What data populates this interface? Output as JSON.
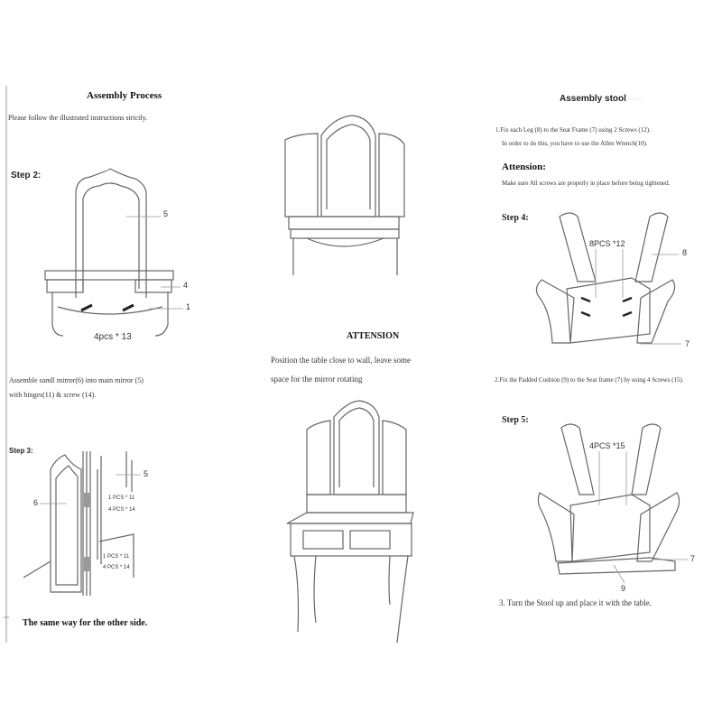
{
  "left": {
    "title": "Assembly Process",
    "intro": "Please follow the illustrated instructions strictly.",
    "step2": {
      "label": "Step 2:",
      "parts": [
        "5",
        "4",
        "1"
      ],
      "screws": "4pcs * 13"
    },
    "step3_text_1": "Assemble samll mirror(6) into main mirror (5)",
    "step3_text_2": "with hinges(11) & screw (14).",
    "step3": {
      "label": "Step 3:",
      "part_6": "6",
      "part_5": "5",
      "hinge_1": "1 PCS * 11",
      "screw_1": "4 PCS * 14",
      "hinge_2": "1 PCS * 11",
      "screw_2": "4 PCS * 14"
    },
    "footer": "The same way for the other side."
  },
  "middle": {
    "attension_title": "ATTENSION",
    "line_1": "Position the table close to wall, leave some",
    "line_2": "space for the mirror rotating"
  },
  "right": {
    "title": "Assembly stool",
    "title_suffix": "- - - -",
    "step1_line1": "1.Fix each Leg (8) to the Seat Frame (7) using 2 Screws (12).",
    "step1_line2": "In order to do this, you have to use the Allen Wrench(10).",
    "attension": "Attension:",
    "attension_text": "Make sure All screws are properly in place before being tightened.",
    "step4": {
      "label": "Step 4:",
      "screws": "8PCS *12",
      "part_8": "8",
      "part_7": "7"
    },
    "step2_line": "2.Fix the Padded Cushion (9) to the Seat frame (7) by using 4 Screws (15).",
    "step5": {
      "label": "Step 5:",
      "screws": "4PCS *15",
      "part_7": "7",
      "part_9": "9"
    },
    "step3_line": "3. Turn the Stool up and place it with the table."
  }
}
